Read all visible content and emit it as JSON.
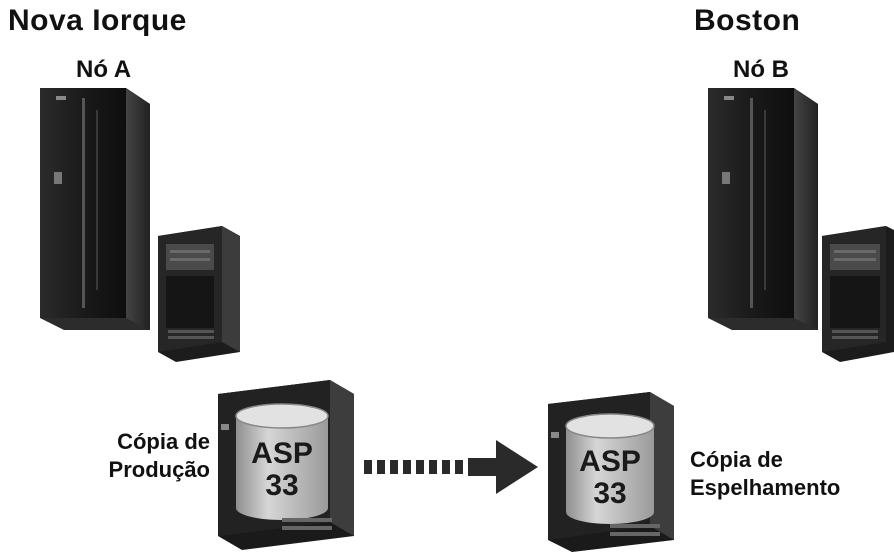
{
  "site_a": {
    "city": "Nova Iorque",
    "node": "Nó A",
    "copy_label_line1": "Cópia de",
    "copy_label_line2": "Produção"
  },
  "site_b": {
    "city": "Boston",
    "node": "Nó B",
    "copy_label_line1": "Cópia de",
    "copy_label_line2": "Espelhamento"
  },
  "asp": {
    "label_line1": "ASP",
    "label_line2": "33"
  },
  "colors": {
    "server_dark": "#1b1b1b",
    "server_mid": "#3a3a3a",
    "disk_gray": "#b9b9b9",
    "arrow": "#2a2a2a"
  }
}
